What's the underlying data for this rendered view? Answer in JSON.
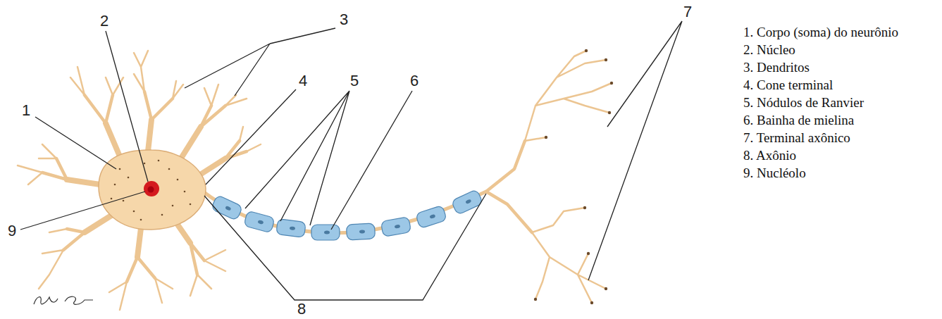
{
  "diagram": {
    "labels": [
      "1",
      "2",
      "3",
      "4",
      "5",
      "6",
      "7",
      "8",
      "9",
      "1. Corpo (soma) do neurônio",
      "2. Núcleo",
      "3. Dendritos",
      "4. Cone terminal",
      "5. Nódulos de Ranvier",
      "6. Bainha de mielina",
      "7. Terminal axônico",
      "8. Axônio",
      "9. Nucléolo"
    ]
  }
}
